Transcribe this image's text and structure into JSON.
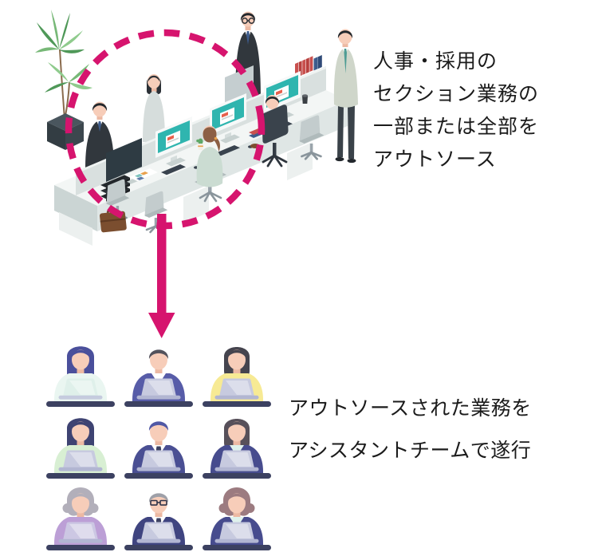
{
  "captions": {
    "top": {
      "lines": [
        "人事・採用の",
        "セクション業務の",
        "一部または全部を",
        "アウトソース"
      ]
    },
    "bottom": {
      "lines": [
        "アウトソースされた業務を",
        "アシスタントチームで遂行"
      ]
    }
  },
  "palette": {
    "accent_pink": "#D6146E",
    "screen_teal": "#2FB5AF",
    "text": "#1B1B1B",
    "desk_white": "#F3F6F5",
    "suit_dark": "#31373D",
    "chair_gray": "#C3CCCD"
  },
  "office": {
    "elements": [
      "potted-plant",
      "desk-bank",
      "desk-divider",
      "teal-monitors",
      "office-workers",
      "office-chairs",
      "briefcase",
      "books",
      "highlight-circle",
      "down-arrow"
    ]
  },
  "team": {
    "desk": "#3C4161",
    "skin": "#F7CDB9",
    "neck": "#ECB9A3",
    "members": [
      {
        "hair_style": "long",
        "hair": "#4A4F9B",
        "top": "#EAF6F1",
        "laptop": "#DFF0EA",
        "laptop_base": "#C5CBDE"
      },
      {
        "hair_style": "short",
        "hair": "#53525C",
        "top": "#575CA8",
        "inner": "#FFFFFF",
        "laptop": "#C7CADF",
        "laptop_base": "#B2B6D2"
      },
      {
        "hair_style": "bob",
        "hair": "#45444E",
        "top": "#F7EA94",
        "laptop": "#C7CADF",
        "laptop_base": "#B2B6D2"
      },
      {
        "hair_style": "long",
        "hair": "#3E4372",
        "top": "#D8EFD3",
        "laptop": "#C7CADF",
        "laptop_base": "#B2B6D2"
      },
      {
        "hair_style": "short",
        "hair": "#5058A5",
        "top": "#4A4F93",
        "inner": "#FFFFFF",
        "tie": "#3C4161",
        "laptop": "#C7CADF",
        "laptop_base": "#B2B6D2"
      },
      {
        "hair_style": "bob",
        "hair": "#57505A",
        "top": "#474C8E",
        "inner": "#DFF2EC",
        "laptop": "#C7CADF",
        "laptop_base": "#B2B6D2"
      },
      {
        "hair_style": "curly",
        "hair": "#B2AFBA",
        "top": "#BC9FD6",
        "laptop": "#CCC7E3",
        "laptop_base": "#B2B6D2"
      },
      {
        "hair_style": "short",
        "hair": "#9EA0A8",
        "top": "#3F4480",
        "inner": "#FFFFFF",
        "tie": "#3C4161",
        "glasses": true,
        "laptop": "#C7CADF",
        "laptop_base": "#B2B6D2"
      },
      {
        "hair_style": "curly",
        "hair": "#9C7B80",
        "top": "#474C8E",
        "inner": "#DFF2EC",
        "laptop": "#C7CADF",
        "laptop_base": "#B2B6D2"
      }
    ]
  }
}
